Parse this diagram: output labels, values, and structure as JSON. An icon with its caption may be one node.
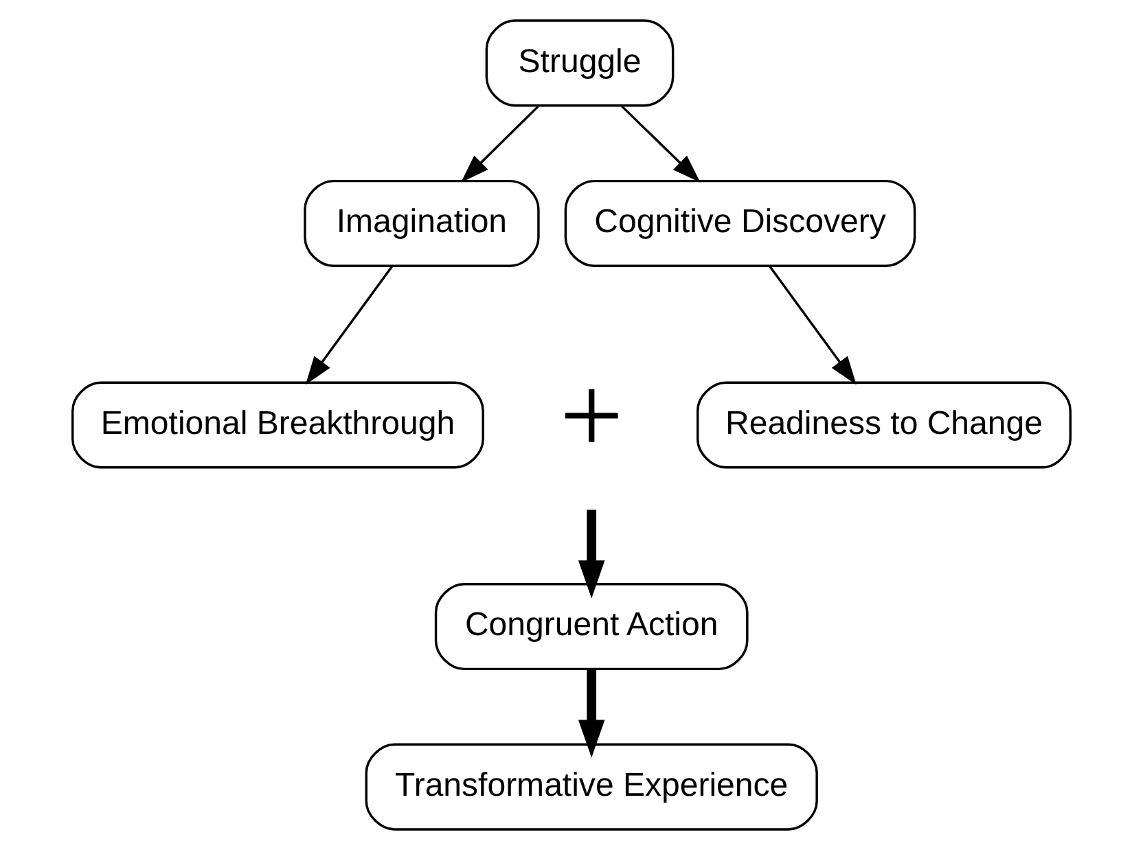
{
  "diagram": {
    "nodes": [
      {
        "text": [
          "Struggle"
        ]
      },
      {
        "text": [
          "Imagination"
        ]
      },
      {
        "text": [
          "Cognitive Discovery"
        ]
      },
      {
        "text": [
          "Emotional Breakthrough"
        ]
      },
      {
        "text": [
          "+"
        ]
      },
      {
        "text": [
          "Readiness to Change"
        ]
      },
      {
        "text": [
          "Congruent Action"
        ]
      },
      {
        "text": [
          "Transformative Experience"
        ]
      }
    ],
    "edges": [
      {
        "from": 0,
        "to": 1,
        "arrow": "to"
      },
      {
        "from": 0,
        "to": 2,
        "arrow": "to"
      },
      {
        "from": 1,
        "to": 3,
        "arrow": "to"
      },
      {
        "from": 2,
        "to": 5,
        "arrow": "to"
      },
      {
        "from": 4,
        "to": 6,
        "arrow": "to",
        "style": "thick"
      },
      {
        "from": 6,
        "to": 7,
        "arrow": "to",
        "style": "thick"
      }
    ]
  }
}
